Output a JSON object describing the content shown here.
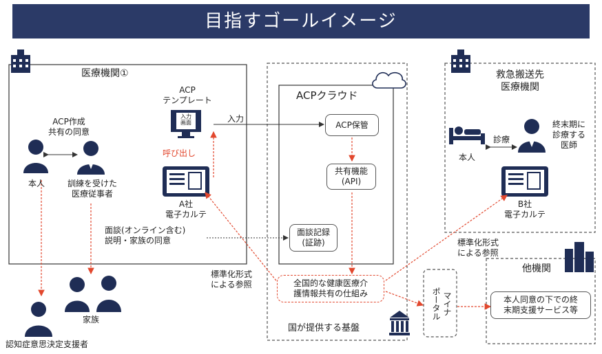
{
  "header": {
    "title": "目指すゴールイメージ"
  },
  "hospital1": {
    "title": "医療機関①",
    "consent_title": [
      "ACP作成",
      "共有の同意"
    ],
    "patient": "本人",
    "staff": [
      "訓練を受けた",
      "医療従事者"
    ],
    "template": [
      "ACP",
      "テンプレート"
    ],
    "input_screen": [
      "入力",
      "画面"
    ],
    "call": "呼び出し",
    "ehr": [
      "A社",
      "電子カルテ"
    ]
  },
  "cloud": {
    "title": "ACPクラウド",
    "storage": "ACP保管",
    "share": [
      "共有機能",
      "(API)"
    ],
    "record": [
      "面談記録",
      "(証跡)"
    ],
    "input_label": "入力"
  },
  "interview": [
    "面談(オンライン含む)",
    "説明・家族の同意"
  ],
  "national": {
    "system": [
      "全国的な健康医療介",
      "護情報共有の仕組み"
    ],
    "base_label": "国が提供する基盤"
  },
  "standard_ref_left": [
    "標準化形式",
    "による参照"
  ],
  "standard_ref_right": [
    "標準化形式",
    "による参照"
  ],
  "portal": [
    "マイナ",
    "ポータル"
  ],
  "emergency": {
    "title": [
      "救急搬送先",
      "医療機関"
    ],
    "patient": "本人",
    "diagnosis": "診療",
    "doctor": [
      "終末期に",
      "診療する",
      "医師"
    ],
    "ehr": [
      "B社",
      "電子カルテ"
    ]
  },
  "other": {
    "title": "他機関",
    "service": [
      "本人同意の下での終",
      "末期支援サービス等"
    ]
  },
  "family": "家族",
  "dementia_support": "認知症意思決定支援者",
  "colors": {
    "banner": "#2b3a67",
    "accent": "#e2482e",
    "icon": "#1f2d55"
  }
}
